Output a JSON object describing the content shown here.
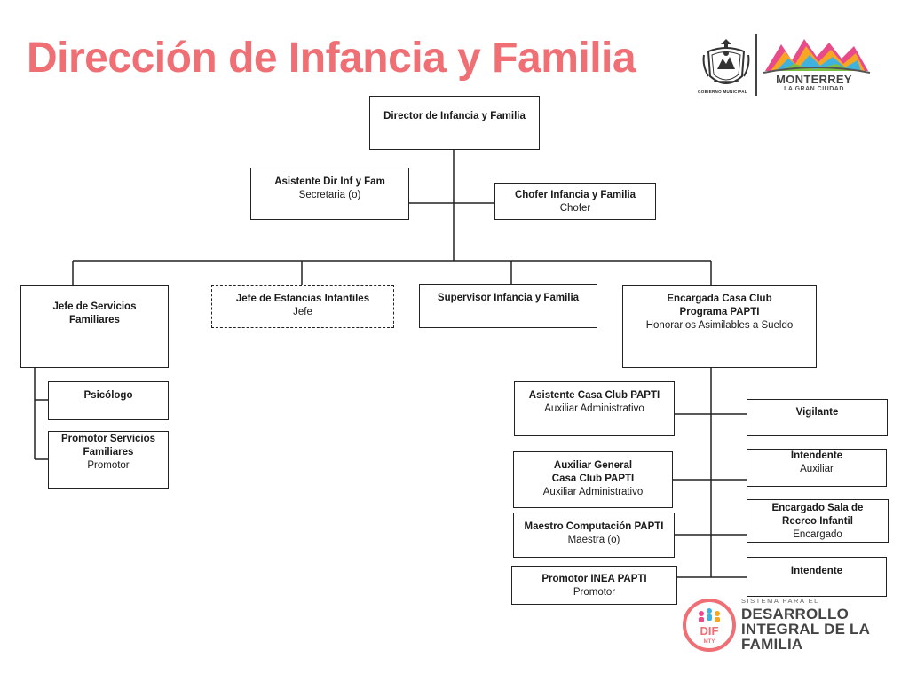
{
  "header": {
    "title": "Dirección de Infancia y Familia"
  },
  "logos": {
    "seal_caption": "GOBIERNO MUNICIPAL",
    "city_name": "MONTERREY",
    "city_tagline": "LA GRAN CIUDAD",
    "dif_pre": "SISTEMA PARA EL",
    "dif_line1": "DESARROLLO",
    "dif_line2": "INTEGRAL DE LA",
    "dif_line3": "FAMILIA",
    "dif_mark": "DIF",
    "dif_mark_sub": "MTY"
  },
  "colors": {
    "title": "#ef6f75",
    "dif_ring": "#ef6f75",
    "line": "#222222"
  },
  "org": {
    "director": {
      "title": "Director de Infancia y Familia"
    },
    "asistente_dir": {
      "title": "Asistente Dir Inf y Fam",
      "subtitle": "Secretaria (o)"
    },
    "chofer": {
      "title": "Chofer Infancia y Familia",
      "subtitle": "Chofer"
    },
    "jefe_servicios": {
      "title": "Jefe de Servicios Familiares"
    },
    "jefe_estancias": {
      "title": "Jefe de Estancias Infantiles",
      "subtitle": "Jefe"
    },
    "supervisor": {
      "title": "Supervisor Infancia y Familia"
    },
    "encargada_casa": {
      "title1": "Encargada Casa Club",
      "title2": "Programa PAPTI",
      "subtitle": "Honorarios Asimilables a Sueldo"
    },
    "psicologo": {
      "title": "Psicólogo"
    },
    "promotor_servicios": {
      "title": "Promotor Servicios Familiares",
      "subtitle": "Promotor"
    },
    "asistente_casa": {
      "title": "Asistente Casa Club PAPTI",
      "subtitle": "Auxiliar Administrativo"
    },
    "auxiliar_general": {
      "title1": "Auxiliar General",
      "title2": "Casa Club PAPTI",
      "subtitle": "Auxiliar Administrativo"
    },
    "maestro_comp": {
      "title": "Maestro Computación PAPTI",
      "subtitle": "Maestra (o)"
    },
    "promotor_inea": {
      "title": "Promotor INEA PAPTI",
      "subtitle": "Promotor"
    },
    "vigilante": {
      "title": "Vigilante"
    },
    "intendente_aux": {
      "title": "Intendente",
      "subtitle": "Auxiliar"
    },
    "encargado_sala": {
      "title": "Encargado Sala de Recreo Infantil",
      "subtitle": "Encargado"
    },
    "intendente": {
      "title": "Intendente"
    }
  }
}
